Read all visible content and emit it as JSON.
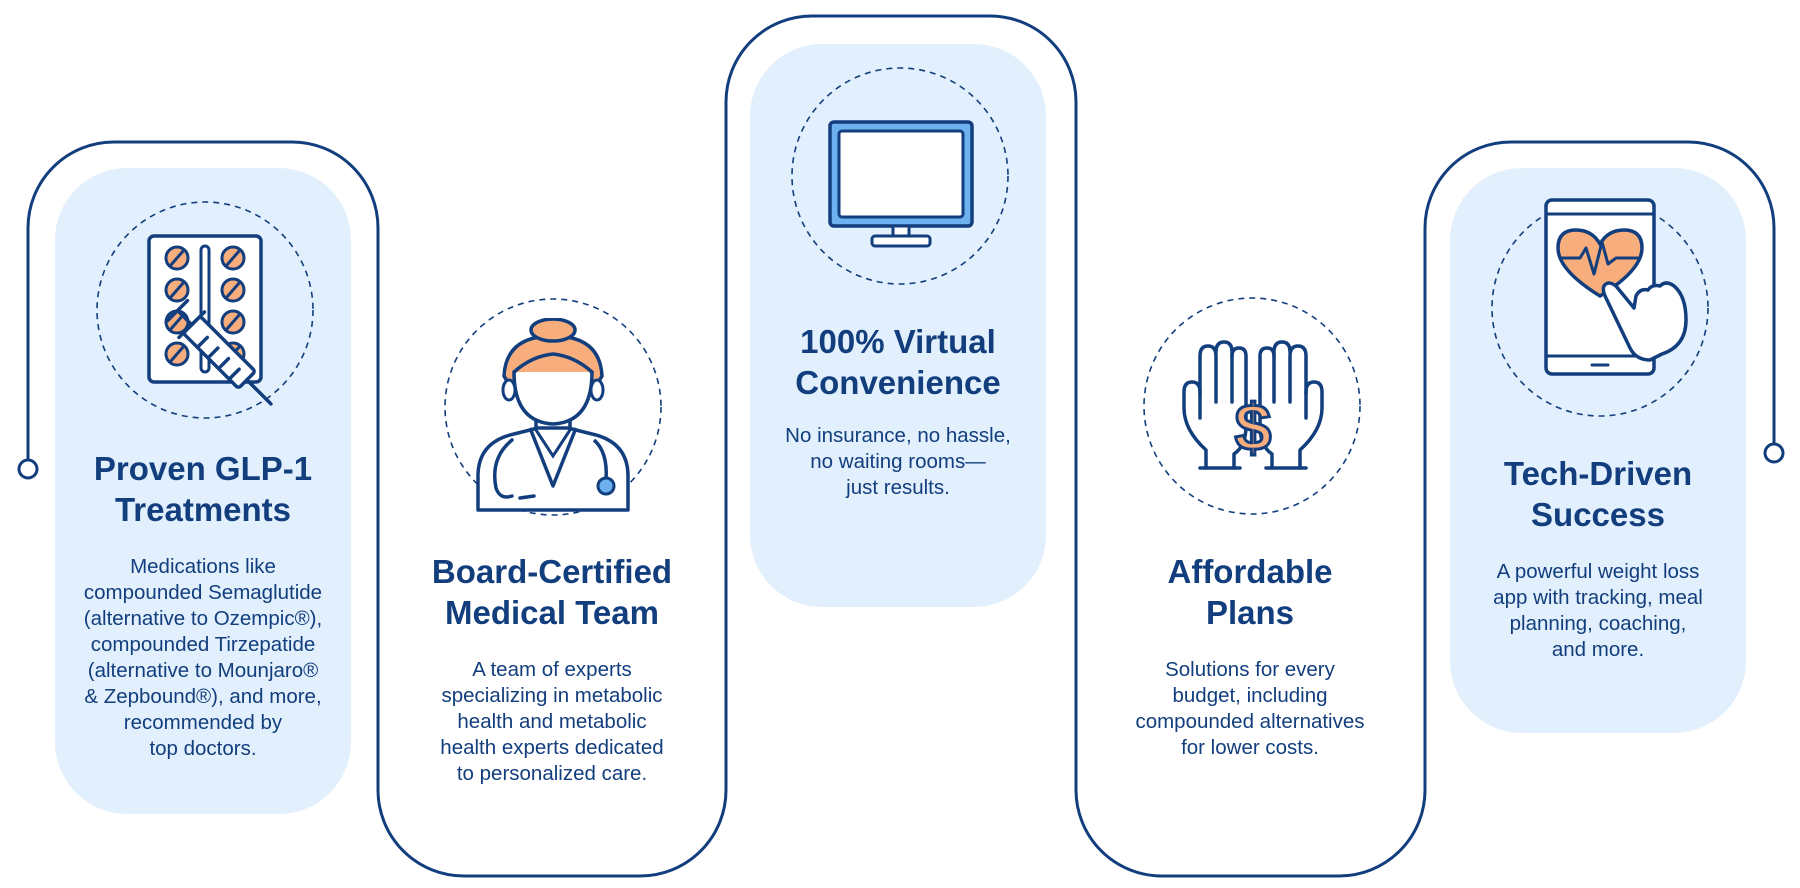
{
  "colors": {
    "navy": "#123e7e",
    "card_fill": "#e2effc",
    "accent_orange": "#f7ad7c",
    "screen_blue": "#6db1ee"
  },
  "cards": [
    {
      "icon": "pill-pack-syringe-icon",
      "title_line1": "Proven GLP-1",
      "title_line2": "Treatments",
      "desc_lines": [
        "Medications like",
        "compounded Semaglutide",
        "(alternative to Ozempic®),",
        "compounded Tirzepatide",
        "(alternative to Mounjaro®",
        "& Zepbound®), and more,",
        "recommended by",
        "top doctors."
      ]
    },
    {
      "icon": "doctor-icon",
      "title_line1": "Board-Certified",
      "title_line2": "Medical Team",
      "desc_lines": [
        "A team of experts",
        "specializing in metabolic",
        "health and metabolic",
        "health experts dedicated",
        "to personalized care."
      ]
    },
    {
      "icon": "monitor-icon",
      "title_line1": "100% Virtual",
      "title_line2": "Convenience",
      "desc_lines": [
        "No insurance, no hassle,",
        "no waiting rooms—",
        "just results."
      ]
    },
    {
      "icon": "hands-dollar-icon",
      "title_line1": "Affordable",
      "title_line2": "Plans",
      "desc_lines": [
        "Solutions for every",
        "budget, including",
        "compounded alternatives",
        "for lower costs."
      ]
    },
    {
      "icon": "tablet-heart-icon",
      "title_line1": "Tech-Driven",
      "title_line2": "Success",
      "desc_lines": [
        "A powerful weight loss",
        "app with tracking, meal",
        "planning, coaching,",
        "and more."
      ]
    }
  ]
}
